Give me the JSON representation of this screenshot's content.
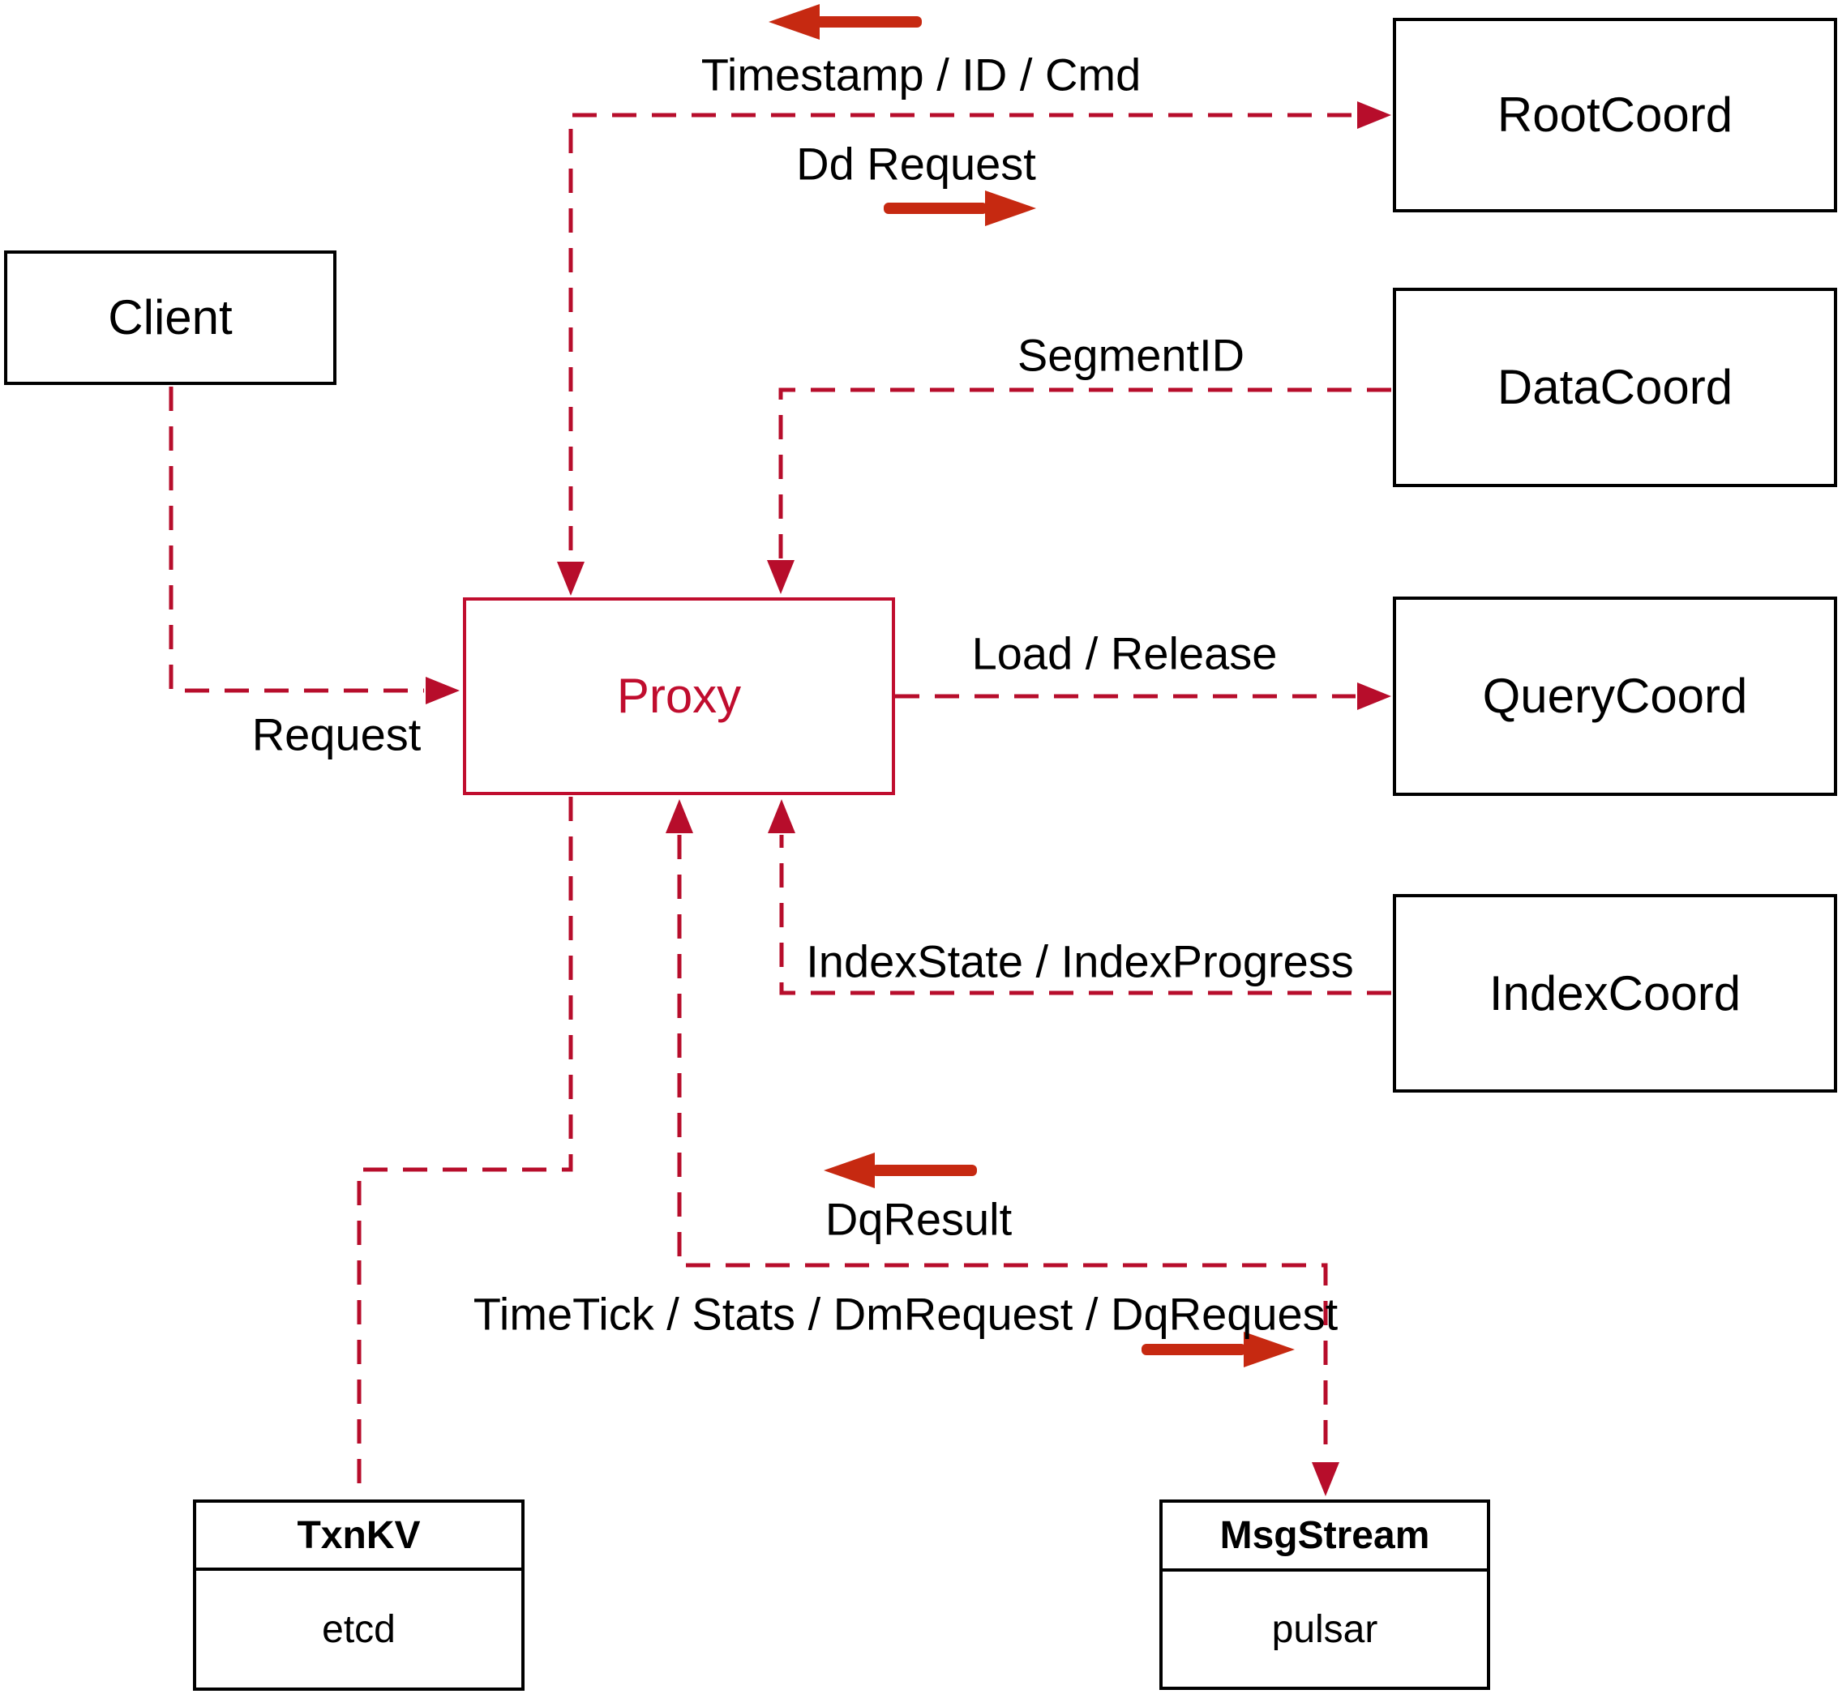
{
  "diagram": {
    "nodes": {
      "client": {
        "label": "Client"
      },
      "proxy": {
        "label": "Proxy"
      },
      "rootcoord": {
        "label": "RootCoord"
      },
      "datacoord": {
        "label": "DataCoord"
      },
      "querycoord": {
        "label": "QueryCoord"
      },
      "indexcoord": {
        "label": "IndexCoord"
      },
      "txnkv": {
        "title": "TxnKV",
        "subtitle": "etcd"
      },
      "msgstream": {
        "title": "MsgStream",
        "subtitle": "pulsar"
      }
    },
    "edge_labels": {
      "timestamp": "Timestamp / ID / Cmd",
      "dd_request": "Dd Request",
      "segment_id": "SegmentID",
      "load_release": "Load / Release",
      "index_state": "IndexState / IndexProgress",
      "request": "Request",
      "dq_result": "DqResult",
      "timetick": "TimeTick / Stats / DmRequest / DqRequest"
    },
    "colors": {
      "bg": "#ffffff",
      "line": "#b70d2b",
      "arrow": "#c62911",
      "accent": "#c00d2e",
      "border": "#000000",
      "text": "#000000"
    }
  }
}
